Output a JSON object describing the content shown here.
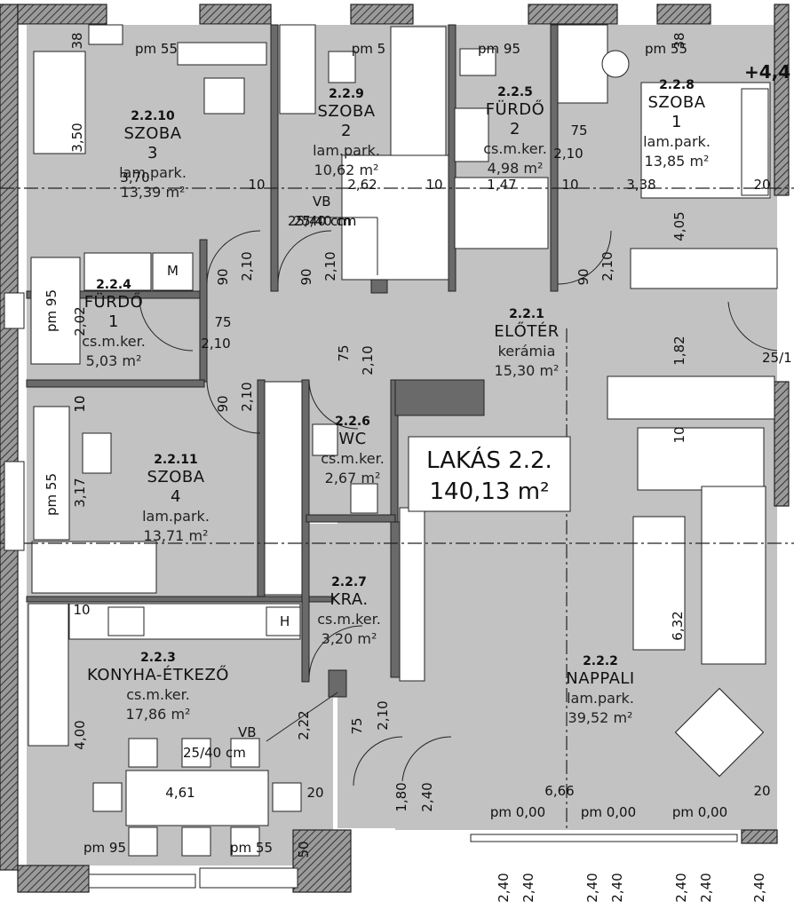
{
  "apartment": {
    "title": "LAKÁS 2.2.",
    "area": "140,13 m²"
  },
  "rooms": [
    {
      "id": "szoba3",
      "number": "2.2.10",
      "name": "SZOBA",
      "sub": "3",
      "material": "lam.park.",
      "area": "13,39 m²"
    },
    {
      "id": "szoba2",
      "number": "2.2.9",
      "name": "SZOBA",
      "sub": "2",
      "material": "lam.park.",
      "area": "10,62 m²"
    },
    {
      "id": "furdo2",
      "number": "2.2.5",
      "name": "FÜRDŐ",
      "sub": "2",
      "material": "cs.m.ker.",
      "area": "4,98 m²"
    },
    {
      "id": "szoba1",
      "number": "2.2.8",
      "name": "SZOBA",
      "sub": "1",
      "material": "lam.park.",
      "area": "13,85 m²"
    },
    {
      "id": "furdo1",
      "number": "2.2.4",
      "name": "FÜRDŐ",
      "sub": "1",
      "material": "cs.m.ker.",
      "area": "5,03 m²"
    },
    {
      "id": "eloter",
      "number": "2.2.1",
      "name": "ELŐTÉR",
      "sub": "",
      "material": "kerámia",
      "area": "15,30 m²"
    },
    {
      "id": "szoba4",
      "number": "2.2.11",
      "name": "SZOBA",
      "sub": "4",
      "material": "lam.park.",
      "area": "13,71 m²"
    },
    {
      "id": "wc",
      "number": "2.2.6",
      "name": "WC",
      "sub": "",
      "material": "cs.m.ker.",
      "area": "2,67 m²"
    },
    {
      "id": "kamra",
      "number": "2.2.7",
      "name": "KRA.",
      "sub": "",
      "material": "cs.m.ker.",
      "area": "3,20 m²"
    },
    {
      "id": "konyha",
      "number": "2.2.3",
      "name": "KONYHA-ÉTKEZŐ",
      "sub": "",
      "material": "cs.m.ker.",
      "area": "17,86 m²"
    },
    {
      "id": "nappali",
      "number": "2.2.2",
      "name": "NAPPALI",
      "sub": "",
      "material": "lam.park.",
      "area": "39,52 m²"
    }
  ],
  "annotations": {
    "vb1": "VB",
    "vb1_size": "25/40 cm",
    "vb2": "VB",
    "vb2_size": "25/40 cm",
    "level": "+4,4",
    "level2": "25/1",
    "fridge_mark": "M",
    "hob_mark": "H"
  },
  "dimensions": [
    "pm 55",
    "pm 5",
    "pm 95",
    "pm 55",
    "38",
    "38",
    "3,50",
    "10",
    "2,62",
    "10",
    "1,47",
    "10",
    "3,38",
    "20",
    "3,70",
    "2,10",
    "75",
    "4,05",
    "25/40 cm",
    "90",
    "2,10",
    "90",
    "2,10",
    "90",
    "2,10",
    "pm 95",
    "2,02",
    "75",
    "2,10",
    "75",
    "2,10",
    "10",
    "1,82",
    "10",
    "90",
    "2,10",
    "10",
    "3,17",
    "pm 55",
    "10",
    "6,32",
    "4,00",
    "4,61",
    "2,22",
    "75",
    "2,10",
    "20",
    "1,80",
    "2,40",
    "6,66",
    "20",
    "pm 0,00",
    "pm 0,00",
    "pm 0,00",
    "pm 95",
    "pm 55",
    "50",
    "2,40",
    "2,40",
    "2,40",
    "2,40",
    "2,40",
    "2,40",
    "2,40"
  ]
}
